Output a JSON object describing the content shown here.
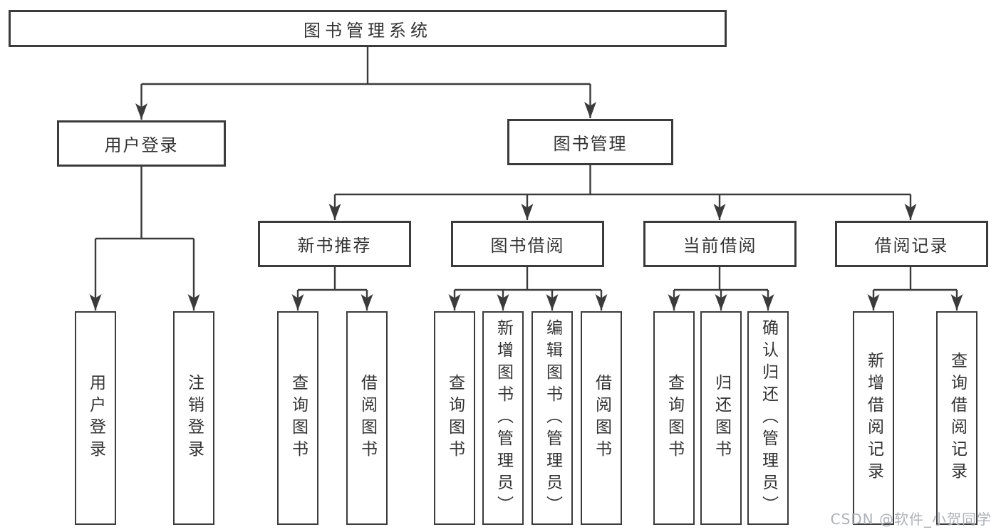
{
  "tree": {
    "label": "图书管理系统",
    "children": [
      {
        "label": "用户登录",
        "children": [
          {
            "label": "用户登录"
          },
          {
            "label": "注销登录"
          }
        ]
      },
      {
        "label": "图书管理",
        "children": [
          {
            "label": "新书推荐",
            "children": [
              {
                "label": "查询图书"
              },
              {
                "label": "借阅图书"
              }
            ]
          },
          {
            "label": "图书借阅",
            "children": [
              {
                "label": "查询图书"
              },
              {
                "label": "新增图书（管理员）"
              },
              {
                "label": "编辑图书（管理员）"
              },
              {
                "label": "借阅图书"
              }
            ]
          },
          {
            "label": "当前借阅",
            "children": [
              {
                "label": "查询图书"
              },
              {
                "label": "归还图书"
              },
              {
                "label": "确认归还（管理员）"
              }
            ]
          },
          {
            "label": "借阅记录",
            "children": [
              {
                "label": "新增借阅记录"
              },
              {
                "label": "查询借阅记录"
              }
            ]
          }
        ]
      }
    ]
  },
  "watermark": {
    "text": "CSDN @软件_小贺同学"
  },
  "colors": {
    "line": "#3b3b3b",
    "box_border": "#3b3b3b",
    "text": "#333333",
    "watermark": "#aeb1b6",
    "background": "#ffffff"
  }
}
